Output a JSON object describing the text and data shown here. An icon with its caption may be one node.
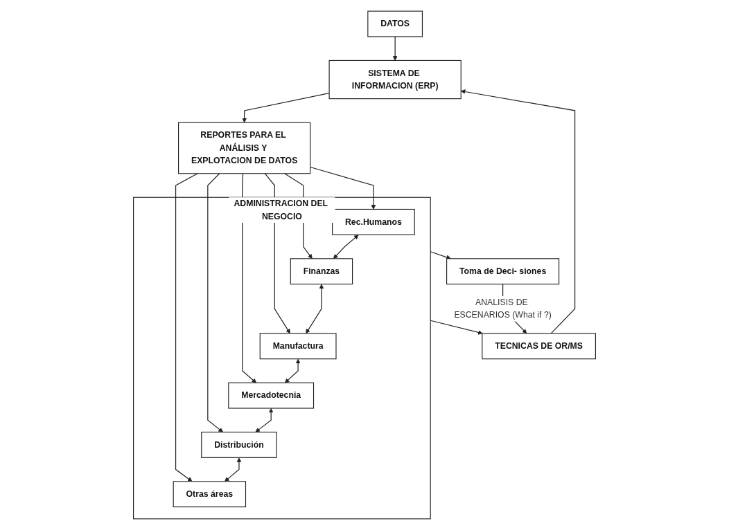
{
  "diagram": {
    "nodes": [
      {
        "text": [
          "DATOS"
        ]
      },
      {
        "text": [
          "SISTEMA DE INFORMACION (ERP)"
        ]
      },
      {
        "text": [
          "TECNICAS DE OR/MS"
        ]
      },
      {
        "text": [
          "REPORTES PARA EL ANÁLISIS Y EXPLOTACION DE DATOS"
        ]
      },
      {
        "text": [
          "ADMINISTRACION DEL NEGOCIO"
        ]
      },
      {
        "text": [
          "Rec.Humanos"
        ],
        "in": 4
      },
      {
        "text": [
          "Finanzas"
        ],
        "in": 4
      },
      {
        "text": [
          "Manufactura"
        ],
        "in": 4
      },
      {
        "text": [
          "Mercadotecnia"
        ],
        "in": 4
      },
      {
        "text": [
          "Distribución"
        ],
        "in": 4
      },
      {
        "text": [
          "Otras áreas"
        ],
        "in": 4
      },
      {
        "text": [
          "Toma de Deci- siones"
        ]
      }
    ],
    "edges": [
      {
        "from": 0,
        "to": 1,
        "arrow": "to"
      },
      {
        "from": 2,
        "to": 1,
        "arrow": "to"
      },
      {
        "from": 1,
        "to": 3,
        "arrow": "to"
      },
      {
        "from": 3,
        "to": 5,
        "arrow": "to"
      },
      {
        "from": 3,
        "to": 6,
        "arrow": "to"
      },
      {
        "from": 3,
        "to": 7,
        "arrow": "to"
      },
      {
        "from": 3,
        "to": 8,
        "arrow": "to"
      },
      {
        "from": 3,
        "to": 9,
        "arrow": "to"
      },
      {
        "from": 3,
        "to": 10,
        "arrow": "to"
      },
      {
        "from": 5,
        "to": 6,
        "arrow": "both"
      },
      {
        "from": 6,
        "to": 7,
        "arrow": "both"
      },
      {
        "from": 7,
        "to": 8,
        "arrow": "both"
      },
      {
        "from": 8,
        "to": 9,
        "arrow": "both"
      },
      {
        "from": 9,
        "to": 10,
        "arrow": "both"
      },
      {
        "from": 4,
        "to": 11,
        "arrow": "to"
      },
      {
        "from": 4,
        "to": 2,
        "arrow": "to"
      },
      {
        "from": 11,
        "to": 2,
        "arrow": "to",
        "label": "ANALISIS DE ESCENARIOS (What if ?)"
      }
    ]
  }
}
